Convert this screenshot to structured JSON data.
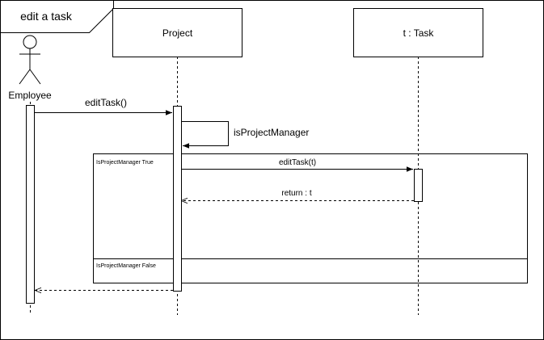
{
  "frame": {
    "title": "edit a task"
  },
  "participants": {
    "employee": {
      "label": "Employee"
    },
    "project": {
      "label": "Project"
    },
    "task": {
      "label": "t : Task"
    }
  },
  "messages": {
    "edit_task_call": {
      "label": "editTask()"
    },
    "self_check": {
      "label": "isProjectManager"
    },
    "edit_task_t": {
      "label": "editTask(t)"
    },
    "return_t": {
      "label": "return : t"
    },
    "return_employee": {
      "label": ""
    }
  },
  "alt_fragment": {
    "operand_true": {
      "guard": "IsProjectManager True"
    },
    "operand_false": {
      "guard": "IsProjectManager False"
    }
  },
  "colors": {
    "stroke": "#000000",
    "background": "#ffffff"
  }
}
